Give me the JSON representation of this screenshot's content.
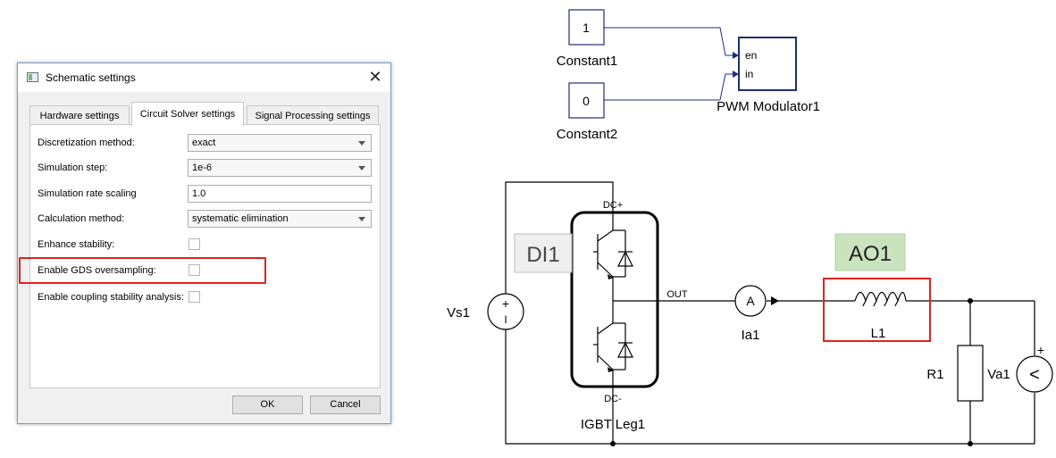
{
  "dialog": {
    "title": "Schematic settings",
    "close_symbol": "✕",
    "tabs": [
      {
        "label": "Hardware settings",
        "active": false
      },
      {
        "label": "Circuit Solver settings",
        "active": true
      },
      {
        "label": "Signal Processing settings",
        "active": false
      }
    ],
    "fields": {
      "discretization": {
        "label": "Discretization method:",
        "value": "exact"
      },
      "step": {
        "label": "Simulation step:",
        "value": "1e-6"
      },
      "rate_scaling": {
        "label": "Simulation rate scaling",
        "value": "1.0"
      },
      "calc_method": {
        "label": "Calculation method:",
        "value": "systematic elimination"
      },
      "enhance_stability": {
        "label": "Enhance stability:",
        "checked": false
      },
      "gds_oversampling": {
        "label": "Enable GDS oversampling:",
        "checked": false
      },
      "coupling_stability": {
        "label": "Enable coupling stability analysis:",
        "checked": false
      }
    },
    "buttons": {
      "ok": "OK",
      "cancel": "Cancel"
    }
  },
  "schematic": {
    "blocks": {
      "constant1": {
        "value": "1",
        "label": "Constant1"
      },
      "constant2": {
        "value": "0",
        "label": "Constant2"
      },
      "pwm": {
        "label": "PWM Modulator1",
        "port_en": "en",
        "port_in": "in"
      }
    },
    "igbt": {
      "label": "IGBT Leg1",
      "dc_plus": "DC+",
      "dc_minus": "DC-",
      "out": "OUT",
      "tag": "DI1"
    },
    "vs1": {
      "label": "Vs1",
      "plus": "+",
      "minus": "I"
    },
    "ammeter": {
      "label": "Ia1",
      "symbol": "A"
    },
    "inductor": {
      "label": "L1",
      "tag": "AO1"
    },
    "resistor": {
      "label": "R1"
    },
    "voltmeter": {
      "label": "Va1",
      "symbol": "<",
      "plus": "+"
    }
  },
  "colors": {
    "highlight": "#e2231a",
    "block_border": "#1f2d7a",
    "wire": "#1f2d7a",
    "ao_tag_bg": "#c9e3bf",
    "di_tag_bg": "#efefef"
  }
}
